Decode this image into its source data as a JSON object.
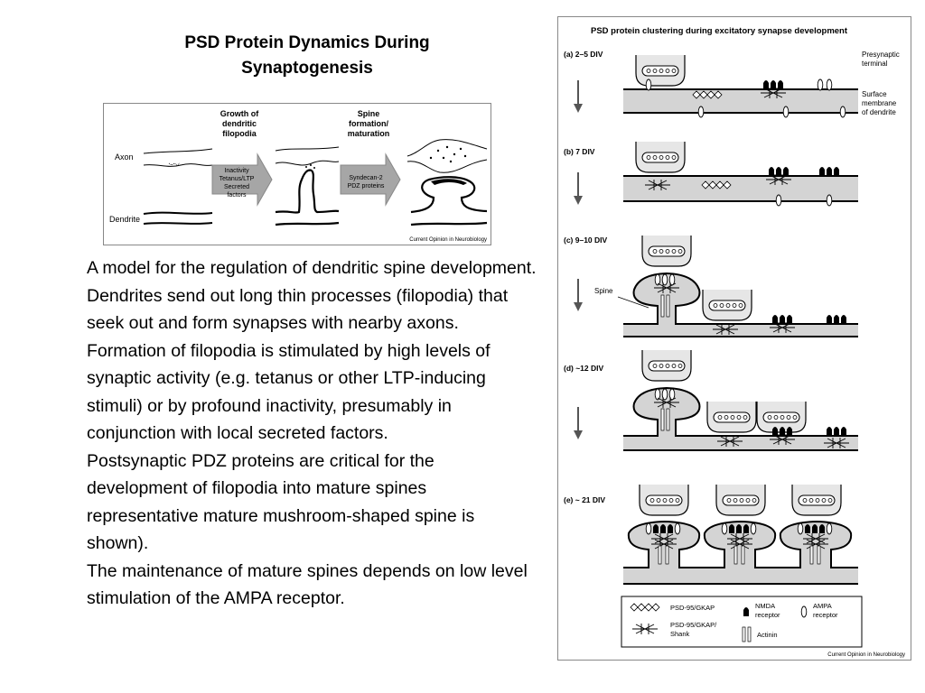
{
  "slide": {
    "title": "PSD Protein Dynamics During Synaptogenesis",
    "paragraphs": [
      "A model for the regulation of dendritic spine development. Dendrites send out long thin processes (filopodia) that seek out and form synapses with nearby axons. Formation of filopodia is stimulated by high levels of synaptic activity (e.g. tetanus or other LTP-inducing stimuli) or by profound inactivity, presumably in conjunction with local secreted factors.",
      "Postsynaptic PDZ proteins are critical for the development of filopodia into mature spines representative mature mushroom-shaped spine is shown).",
      "The maintenance of mature spines depends on low level stimulation of the AMPA receptor."
    ]
  },
  "left_figure": {
    "head1_l1": "Growth of",
    "head1_l2": "dendritic",
    "head1_l3": "filopodia",
    "head2_l1": "Spine",
    "head2_l2": "formation/",
    "head2_l3": "maturation",
    "axon_label": "Axon",
    "dendrite_label": "Dendrite",
    "arrow1_l1": "Inactivity",
    "arrow1_l2": "Tetanus/LTP",
    "arrow1_l3": "Secreted",
    "arrow1_l4": "factors",
    "arrow2_l1": "Syndecan-2",
    "arrow2_l2": "PDZ proteins",
    "credit": "Current Opinion in Neurobiology"
  },
  "right_figure": {
    "title": "PSD protein clustering during excitatory synapse development",
    "panel_a": "(a) 2–5 DIV",
    "panel_b": "(b) 7 DIV",
    "panel_c": "(c) 9–10 DIV",
    "panel_d": "(d) ~12 DIV",
    "panel_e": "(e) ~ 21 DIV",
    "presyn_l1": "Presynaptic",
    "presyn_l2": "terminal",
    "surface_l1": "Surface",
    "surface_l2": "membrane",
    "surface_l3": "of dendrite",
    "spine_label": "Spine",
    "legend_psd95": "PSD-95/GKAP",
    "legend_shank_l1": "PSD-95/GKAP/",
    "legend_shank_l2": "Shank",
    "legend_nmda_l1": "NMDA",
    "legend_nmda_l2": "receptor",
    "legend_ampa_l1": "AMPA",
    "legend_ampa_l2": "receptor",
    "legend_actinin": "Actinin",
    "credit": "Current Opinion in Neurobiology"
  },
  "colors": {
    "arrow_fill": "#a6a6a6",
    "dendrite_fill": "#d4d4d4",
    "terminal_fill": "#e6e6e6"
  }
}
